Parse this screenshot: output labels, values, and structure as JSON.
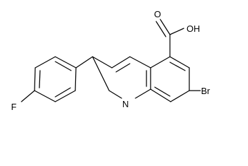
{
  "molecule": {
    "atoms": {
      "fluorine": "F",
      "bromine": "Br",
      "nitrogen": "N",
      "carbonyl_oxygen": "O",
      "hydroxyl": "OH"
    }
  }
}
